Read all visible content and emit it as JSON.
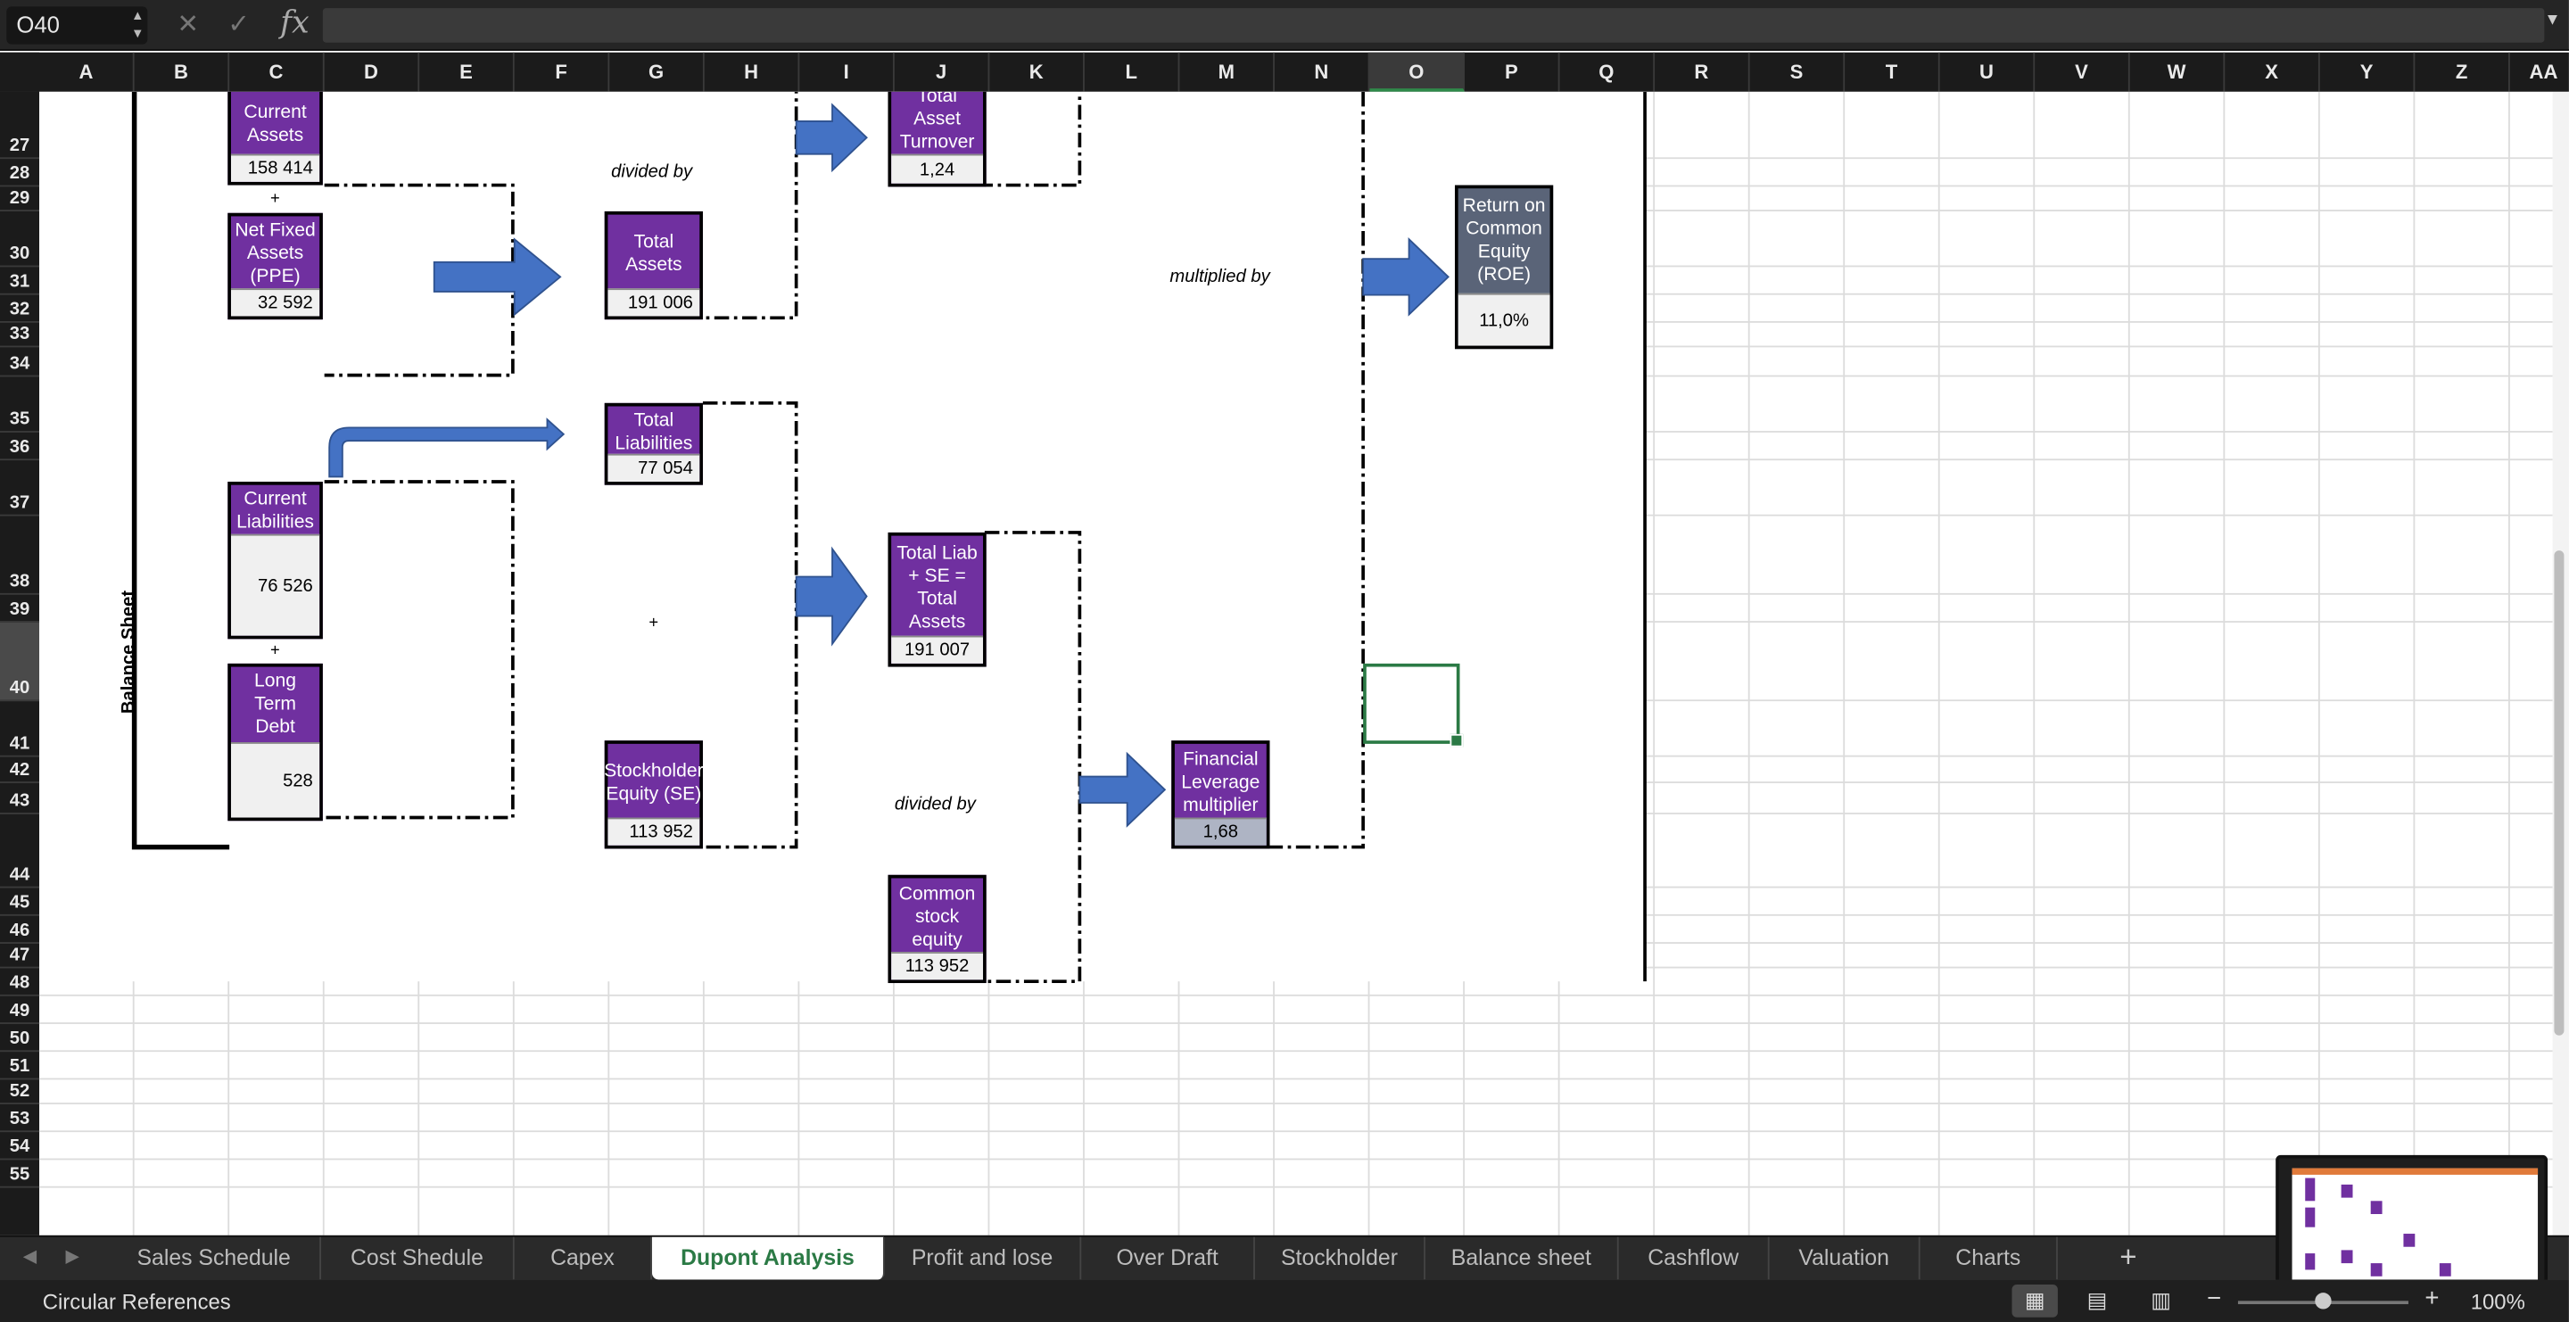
{
  "formula_bar": {
    "name_box": "O40",
    "fx": "fx",
    "formula": ""
  },
  "columns": [
    "A",
    "B",
    "C",
    "D",
    "E",
    "F",
    "G",
    "H",
    "I",
    "J",
    "K",
    "L",
    "M",
    "N",
    "O",
    "P",
    "Q",
    "R",
    "S",
    "T",
    "U",
    "V",
    "W",
    "X",
    "Y",
    "Z",
    "AA"
  ],
  "selected_column": "O",
  "rows": [
    "27",
    "28",
    "29",
    "30",
    "31",
    "32",
    "33",
    "34",
    "35",
    "36",
    "37",
    "38",
    "39",
    "40",
    "41",
    "42",
    "43",
    "44",
    "45",
    "46",
    "47",
    "48",
    "49",
    "50",
    "51",
    "52",
    "53",
    "54",
    "55"
  ],
  "selected_row": "40",
  "diagram": {
    "side_label": "Balance Sheet",
    "current_assets": {
      "label": "Current Assets",
      "value": "158 414"
    },
    "net_fixed_assets": {
      "label": "Net Fixed Assets (PPE)",
      "value": "32 592"
    },
    "total_assets": {
      "label": "Total Assets",
      "value": "191 006"
    },
    "total_asset_turnover": {
      "label": "Total Asset Turnover",
      "value": "1,24"
    },
    "roe": {
      "label": "Return on Common Equity (ROE)",
      "value": "11,0%"
    },
    "total_liabilities": {
      "label": "Total Liabilities",
      "value": "77 054"
    },
    "current_liabilities": {
      "label": "Current Liabilities",
      "value": "76 526"
    },
    "long_term_debt": {
      "label": "Long Term Debt",
      "value": "528"
    },
    "total_liab_se": {
      "label": "Total Liab + SE = Total Assets",
      "value": "191 007"
    },
    "stockholder_equity": {
      "label": "Stockholder Equity (SE)",
      "value": "113 952"
    },
    "financial_leverage": {
      "label": "Financial Leverage multiplier",
      "value": "1,68"
    },
    "common_stock_equity": {
      "label": "Common stock equity",
      "value": "113 952"
    },
    "op_divided_by_1": "divided by",
    "op_multiplied_by": "multiplied by",
    "op_plus_1": "+",
    "op_plus_2": "+",
    "op_plus_3": "+",
    "op_divided_by_2": "divided by"
  },
  "sheet_tabs": [
    "Sales Schedule",
    "Cost Shedule",
    "Capex",
    "Dupont Analysis",
    "Profit and lose",
    "Over Draft",
    "Stockholder",
    "Balance sheet",
    "Cashflow",
    "Valuation",
    "Charts"
  ],
  "active_tab": "Dupont Analysis",
  "add_tab": "+",
  "status_bar": {
    "text": "Circular References",
    "zoom": "100%",
    "zoom_minus": "−",
    "zoom_plus": "+"
  },
  "colors": {
    "box_purple": "#7030a0",
    "roe_box": "#5a6478",
    "arrow_blue": "#4472c4",
    "selection_green": "#2b7a45"
  }
}
